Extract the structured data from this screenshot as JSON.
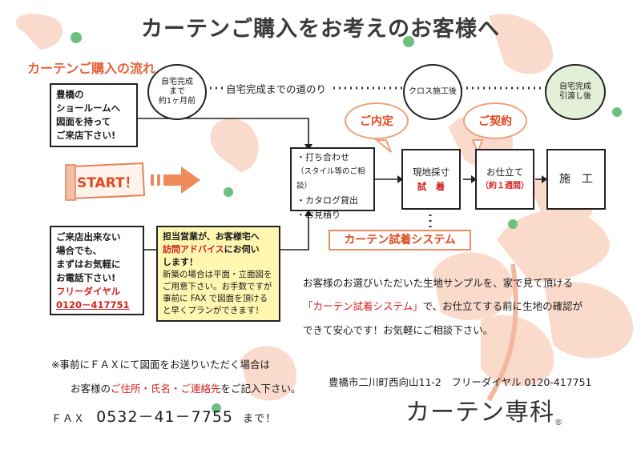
{
  "title": "カーテンご購入をお考えのお客様へ",
  "flow_label": "カーテンご購入の流れ",
  "road_label": "自宅完成までの道のり",
  "milestones": {
    "m1": [
      "自宅完成",
      "まで",
      "約1ヶ月前"
    ],
    "m2": "クロス施工後",
    "m3": [
      "自宅完成",
      "引渡し後"
    ]
  },
  "showroom_box": [
    "豊橋の",
    "ショールームへ",
    "図面を持って",
    "ご来店下さい!"
  ],
  "start_label": "START！",
  "visit_box": [
    "ご来店出来ない",
    "場合でも、",
    "まずはお気軽に",
    "お電話下さい!"
  ],
  "freedial_label": "フリーダイヤル",
  "freedial_number": "0120－417751",
  "advice_box": {
    "line1": "担当営業が、お客様宅へ",
    "highlight": "訪問アドバイス",
    "line2_rest": "にお伺い",
    "line3": "します！",
    "sub": [
      "新築の場合は平面・立面図を",
      "ご用意下さい。お手数ですが",
      "事前に FAX で図面を頂ける",
      "と早くプランができます！"
    ]
  },
  "meeting_box": [
    "・打ち合わせ",
    "（スタイル等のご相談）",
    "・カタログ貸出",
    "・お見積り"
  ],
  "naitei": "ご内定",
  "keiyaku": "ご契約",
  "steps": {
    "measure": [
      "現地採寸",
      "試　着"
    ],
    "tailor": [
      "お仕立て",
      "（約１週間）"
    ],
    "install": "施　工"
  },
  "system_label": "カーテン試着システム",
  "paragraph": {
    "line1": "お客様のお選びいただいた生地サンプルを、家で見て頂ける",
    "quote": "「カーテン試着システム」",
    "line2_rest": "で、お仕立てする前に生地の確認が",
    "line3": "できて安心です！お気軽にご相談下さい。"
  },
  "fax_note": {
    "line1": "※事前にＦＡＸにて図面をお送りいただく場合は",
    "line2_pre": "お客様の",
    "line2_red": "ご住所・氏名・ご連絡先",
    "line2_post": "をご記入下さい。",
    "fax_label": "ＦＡＸ",
    "fax_number": "0532－41－7755",
    "fax_suffix": "まで！"
  },
  "address": "豊橋市二川町西向山11-2　フリーダイヤル 0120-417751",
  "brand": "カーテン専科",
  "brand_mark": "®",
  "colors": {
    "accent": "#e8613a",
    "red": "#d6201f",
    "yellow": "#fff6b0",
    "leaf": "#f7c8b3",
    "green_dot": "#7cc08a"
  }
}
